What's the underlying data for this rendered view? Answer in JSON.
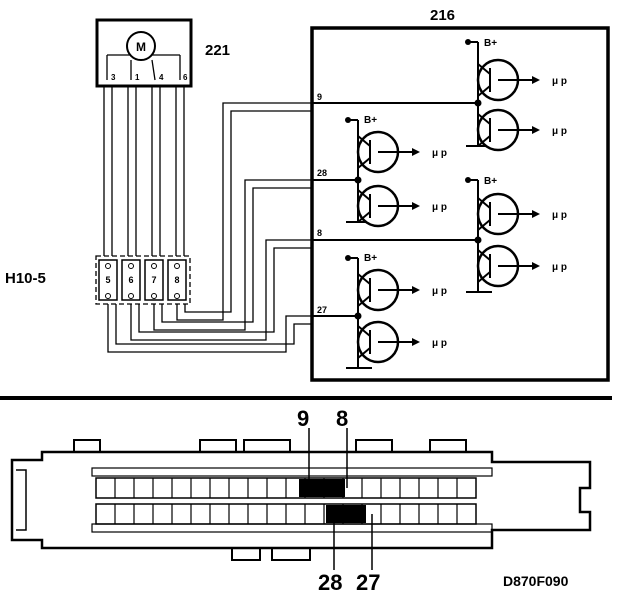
{
  "motor": {
    "ref": "221",
    "symbol": "M",
    "pins": [
      "3",
      "1",
      "4",
      "6"
    ]
  },
  "connector": {
    "ref": "H10-5",
    "pins": [
      "5",
      "6",
      "7",
      "8"
    ]
  },
  "ecu": {
    "ref": "216",
    "supply_label": "B+",
    "input_label": "μ p",
    "pin_labels": [
      "9",
      "28",
      "8",
      "27"
    ]
  },
  "ecu_connector": {
    "top_callouts": [
      "9",
      "8"
    ],
    "bottom_callouts": [
      "28",
      "27"
    ]
  },
  "figure_id": "D870F090"
}
